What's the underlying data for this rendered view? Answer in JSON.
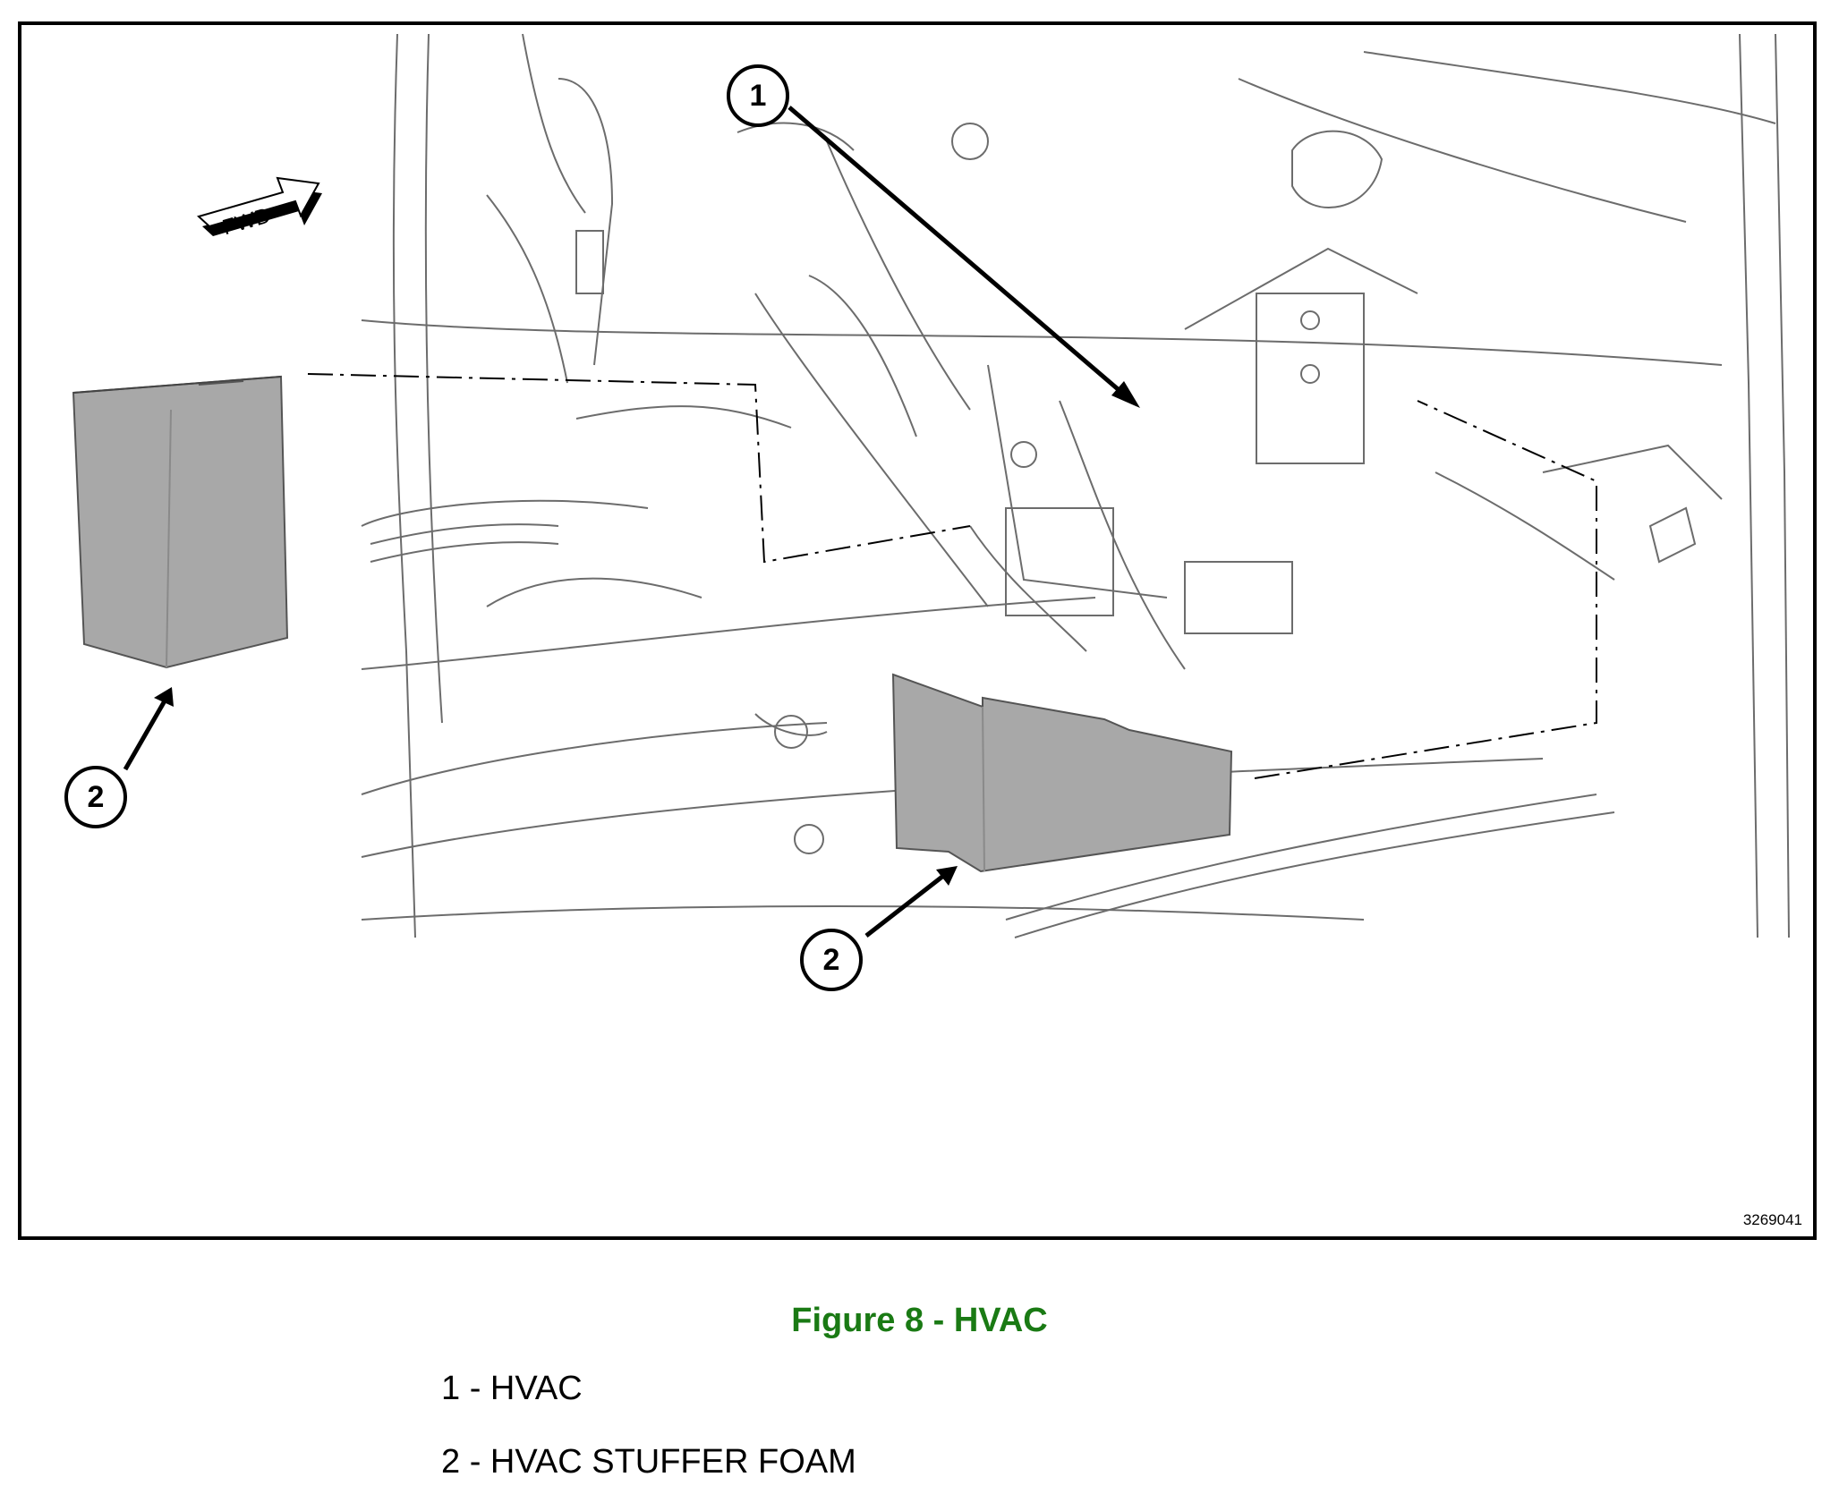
{
  "figure": {
    "caption": "Figure 8 - HVAC",
    "drawing_id": "3269041",
    "fwd_label": "FWD",
    "callouts": [
      {
        "number": "1",
        "target": "HVAC"
      },
      {
        "number": "2",
        "target": "HVAC stuffer foam (left)"
      },
      {
        "number": "2",
        "target": "HVAC stuffer foam (right)"
      }
    ],
    "foam_color": "#a8a8a8",
    "caption_color": "#1a7a14"
  },
  "legend": [
    {
      "text": "1 - HVAC"
    },
    {
      "text": "2 - HVAC STUFFER FOAM"
    }
  ]
}
